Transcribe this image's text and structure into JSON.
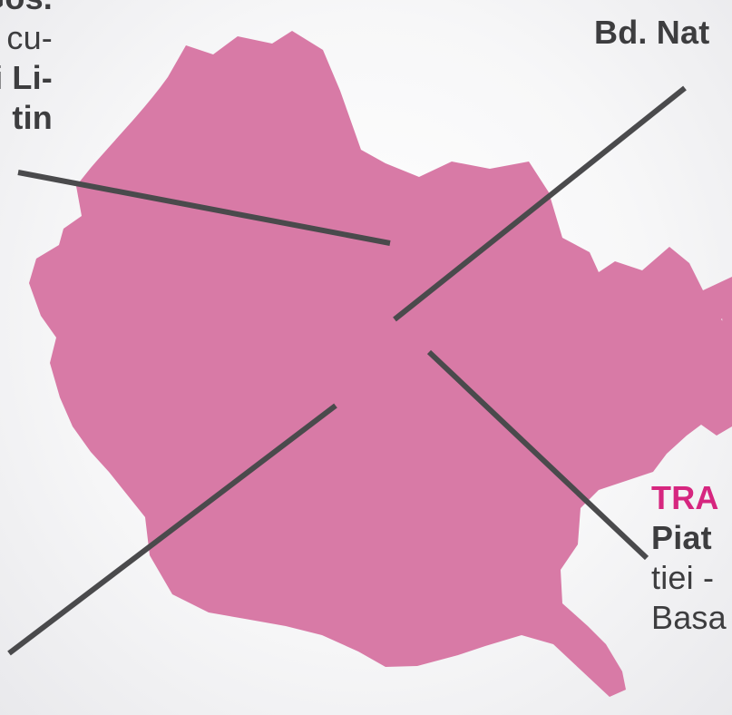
{
  "colors": {
    "territory": "#d87aa6",
    "route_line": "#4a4a4c",
    "text": "#3d3d3f",
    "accent": "#d6267f"
  },
  "labels": {
    "top_left": {
      "line1": "Gos.",
      "line2": "cu-",
      "line3_prefix": "i",
      "line3_bold": "Li-",
      "line4": "tin"
    },
    "top_right": {
      "text": "Bd. Nat"
    },
    "bottom_right": {
      "heading": "TRA",
      "line2": "Piat",
      "line3": "tiei -",
      "line4": "Basa"
    }
  }
}
